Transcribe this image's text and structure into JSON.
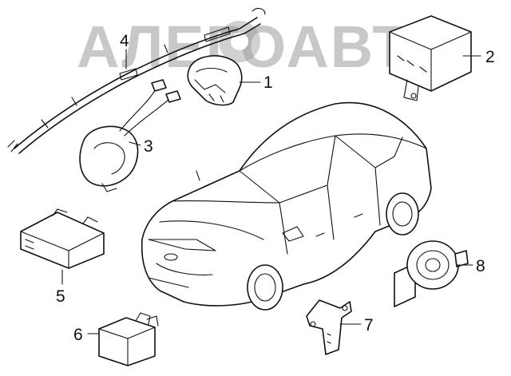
{
  "watermark": "АЛЕГОАВТО",
  "callouts": {
    "c1": "1",
    "c2": "2",
    "c3": "3",
    "c4": "4",
    "c5": "5",
    "c6": "6",
    "c7": "7",
    "c8": "8"
  },
  "icons": {
    "watermark_gear": "gear-icon"
  }
}
